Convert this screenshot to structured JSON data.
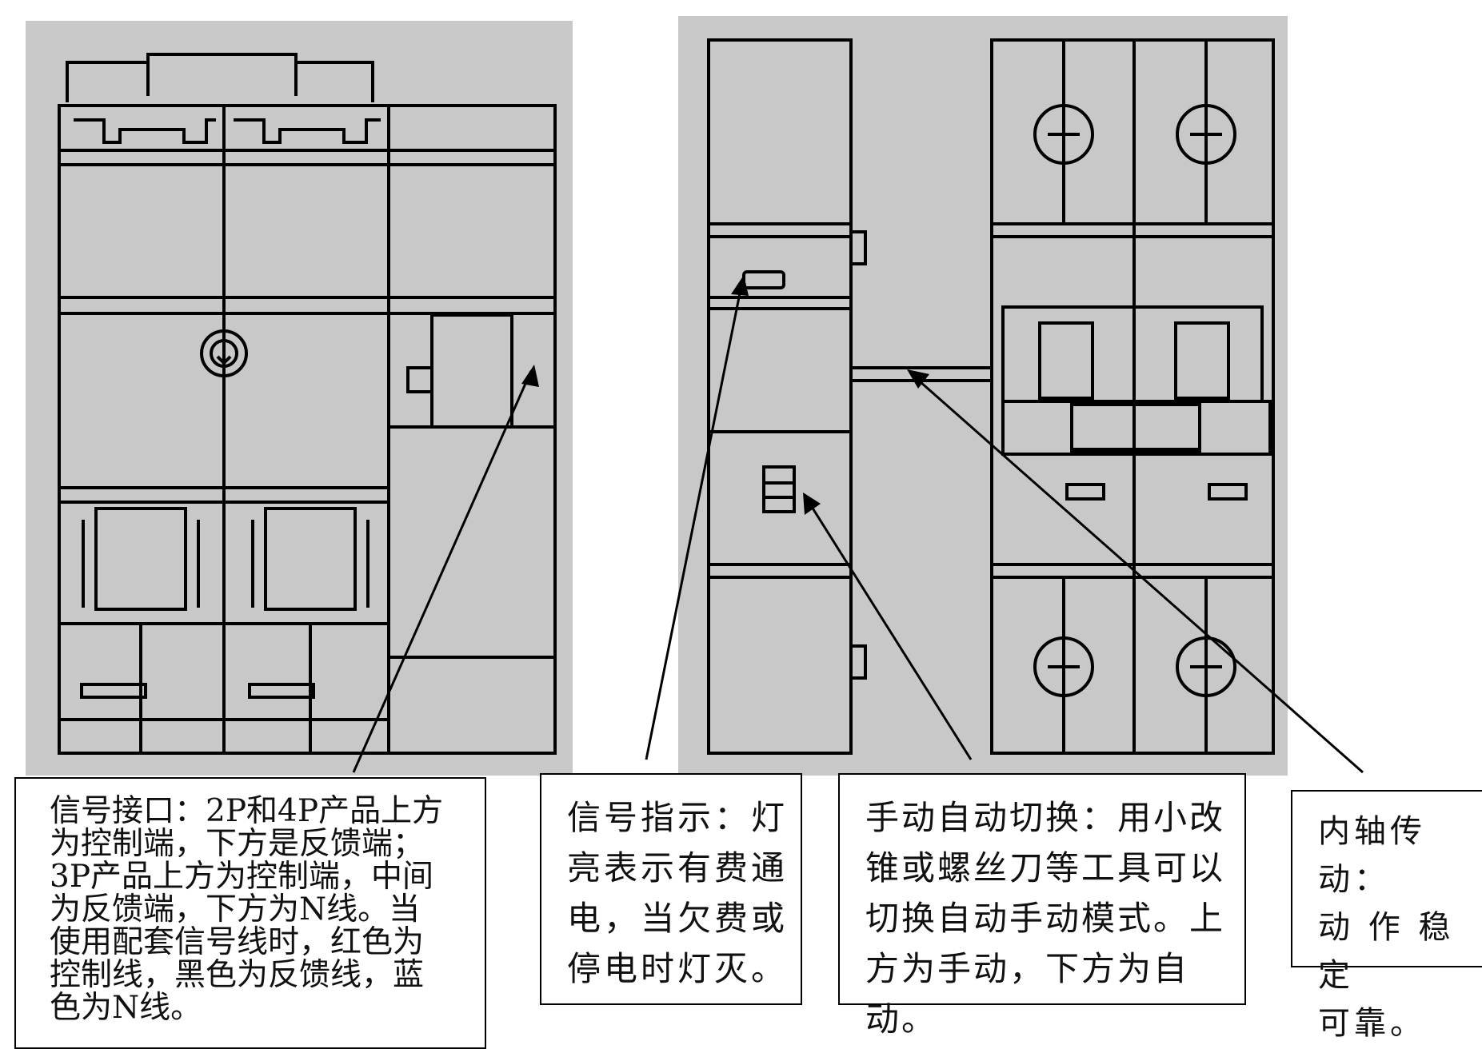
{
  "callouts": {
    "signal_interface": "信号接口：2P和4P产品上方\n为控制端，下方是反馈端；\n3P产品上方为控制端，中间\n为反馈端，下方为N线。当\n使用配套信号线时，红色为\n控制线，黑色为反馈线，蓝\n色为N线。",
    "signal_indicator": "信号指示：灯\n亮表示有费通\n电，当欠费或\n停电时灯灭。",
    "manual_auto_switch": "手动自动切换：用小改\n锥或螺丝刀等工具可以\n切换自动手动模式。上\n方为手动，下方为自动。",
    "inner_shaft_drive": "内轴传动：\n动 作 稳 定\n可靠。"
  },
  "colors": {
    "panel_bg": "#c8c8c8",
    "line": "#000000",
    "callout_bg": "#ffffff"
  }
}
